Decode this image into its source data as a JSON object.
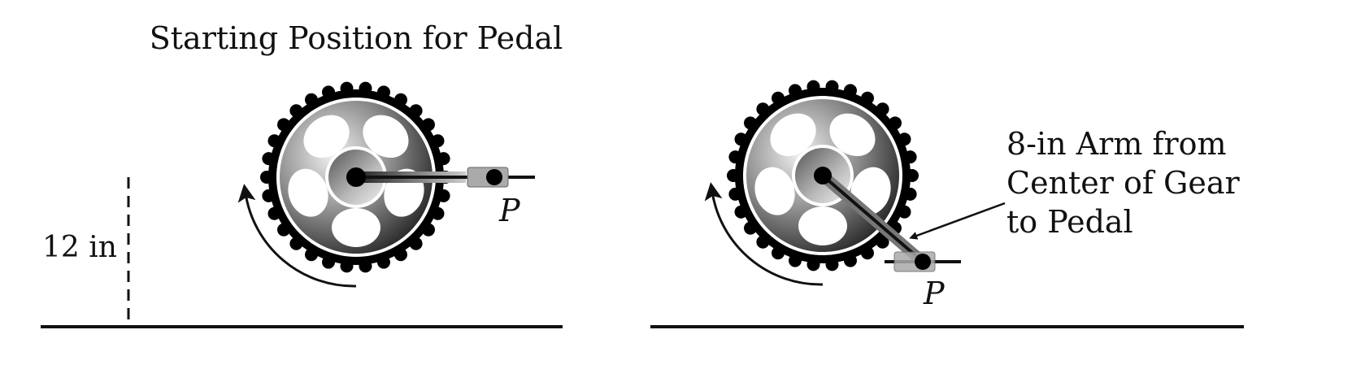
{
  "left_panel": {
    "title": "Starting Position for Pedal",
    "height_label": "12 in",
    "pedal_label": "P"
  },
  "right_panel": {
    "annotation_lines": [
      "8-in Arm from",
      "Center of Gear",
      "to Pedal"
    ],
    "pedal_label": "P"
  },
  "colors": {
    "ink": "#111111",
    "background": "#ffffff"
  }
}
